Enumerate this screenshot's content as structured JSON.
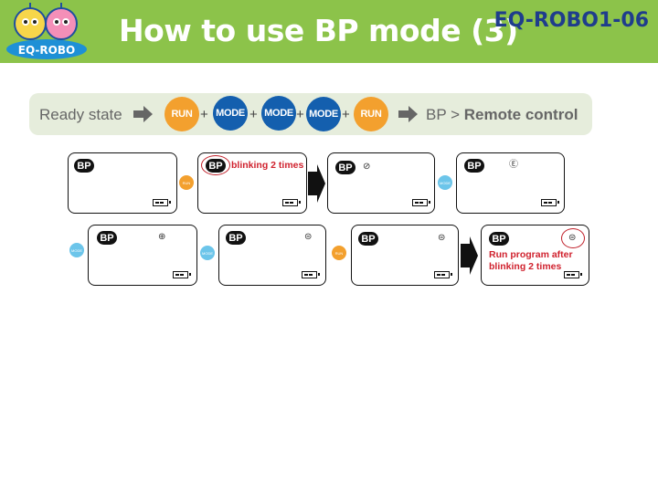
{
  "header": {
    "title": "How to use BP mode (3)",
    "code": "EQ-ROBO1-06",
    "logo_text": "EQ-ROBO"
  },
  "sequence": {
    "start_label": "Ready state",
    "buttons": [
      "RUN",
      "MODE",
      "MODE",
      "MODE",
      "RUN"
    ],
    "plus": "+",
    "result_prefix": "BP > ",
    "result_bold": "Remote control"
  },
  "lcd": {
    "badge": "BP",
    "note_blink": "blinking 2 times",
    "note_run_1": "Run program after",
    "note_run_2": "blinking 2 times"
  },
  "mini_buttons": {
    "run": "RUN",
    "mode": "MODE"
  },
  "colors": {
    "header_green": "#8cc34a",
    "title_white": "#ffffff",
    "code_blue": "#1f3d8c",
    "run_orange": "#f3a02e",
    "mode_blue": "#145fae",
    "mini_mode_cyan": "#6cc5ea",
    "note_red": "#d0222e"
  }
}
